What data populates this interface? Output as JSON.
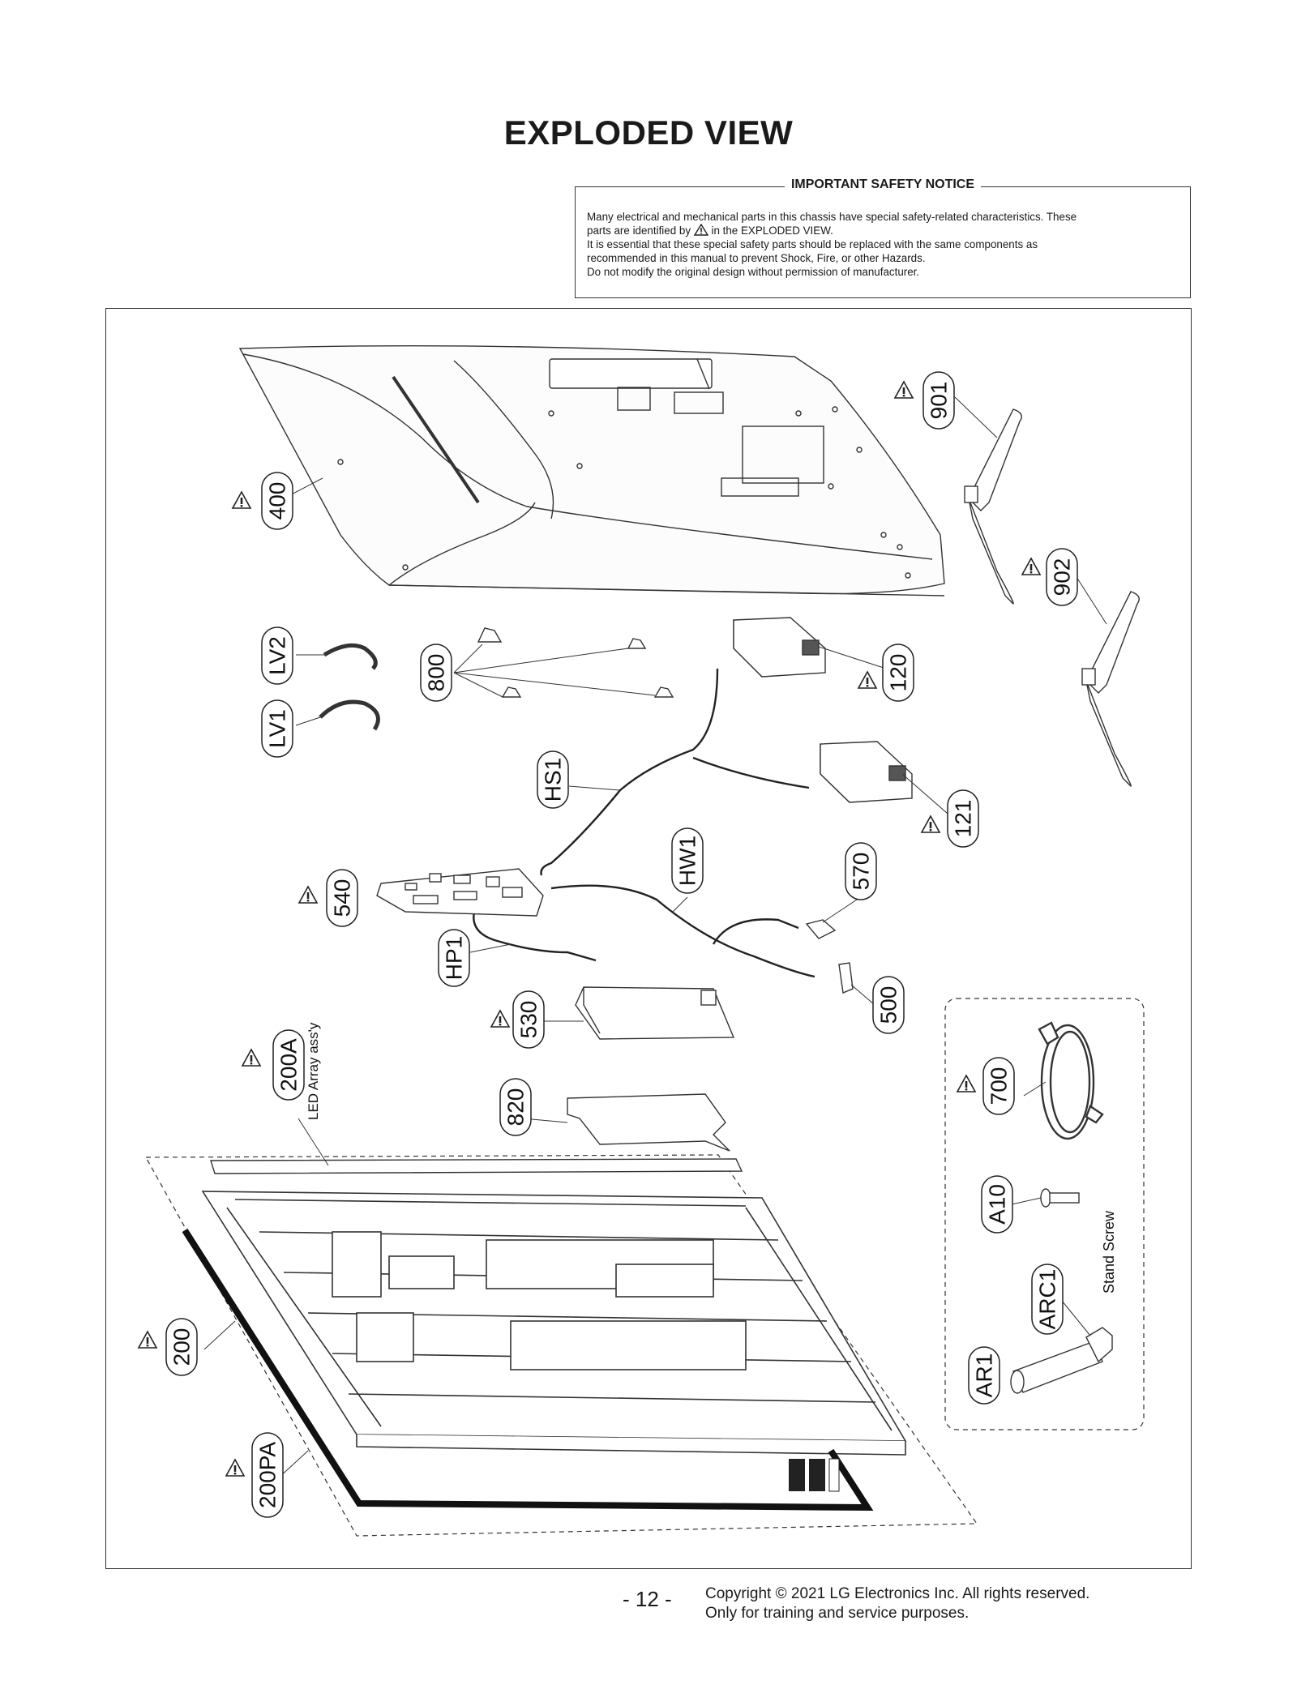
{
  "page": {
    "title": "EXPLODED VIEW",
    "page_number": "- 12 -",
    "copyright_line1": "Copyright © 2021 LG Electronics Inc. All rights reserved.",
    "copyright_line2": "Only for training and service purposes."
  },
  "notice": {
    "title": "IMPORTANT SAFETY NOTICE",
    "line1": "Many electrical and mechanical parts in this chassis have special safety-related characteristics. These",
    "line2_before": "parts are identified by",
    "line2_after": "in the EXPLODED VIEW.",
    "line3": "It is essential that these special safety parts should be replaced with the same components as",
    "line4": "recommended in this manual to prevent Shock, Fire, or other Hazards.",
    "line5": "Do not modify the original design without permission of manufacturer."
  },
  "parts": {
    "p400": "400",
    "p901": "901",
    "p902": "902",
    "pLV2": "LV2",
    "pLV1": "LV1",
    "p800": "800",
    "p120": "120",
    "p121": "121",
    "pHS1": "HS1",
    "pHW1": "HW1",
    "p540": "540",
    "p570": "570",
    "pHP1": "HP1",
    "p530": "530",
    "p500": "500",
    "p200A": "200A",
    "p820": "820",
    "p700": "700",
    "pA10": "A10",
    "pARC1": "ARC1",
    "pAR1": "AR1",
    "p200": "200",
    "p200PA": "200PA"
  },
  "notes": {
    "led_array": "LED Array ass'y",
    "stand_screw": "Stand Screw"
  },
  "icons": {
    "safety": "warning-triangle-icon"
  }
}
